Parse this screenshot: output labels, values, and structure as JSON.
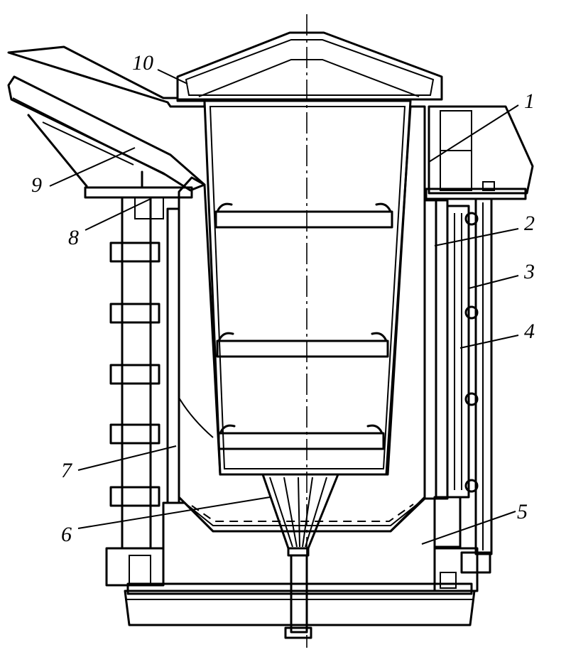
{
  "figure": {
    "callouts": [
      {
        "id": "1",
        "text": "1"
      },
      {
        "id": "2",
        "text": "2"
      },
      {
        "id": "3",
        "text": "3"
      },
      {
        "id": "4",
        "text": "4"
      },
      {
        "id": "5",
        "text": "5"
      },
      {
        "id": "6",
        "text": "6"
      },
      {
        "id": "7",
        "text": "7"
      },
      {
        "id": "8",
        "text": "8"
      },
      {
        "id": "9",
        "text": "9"
      },
      {
        "id": "10",
        "text": "10"
      }
    ]
  }
}
